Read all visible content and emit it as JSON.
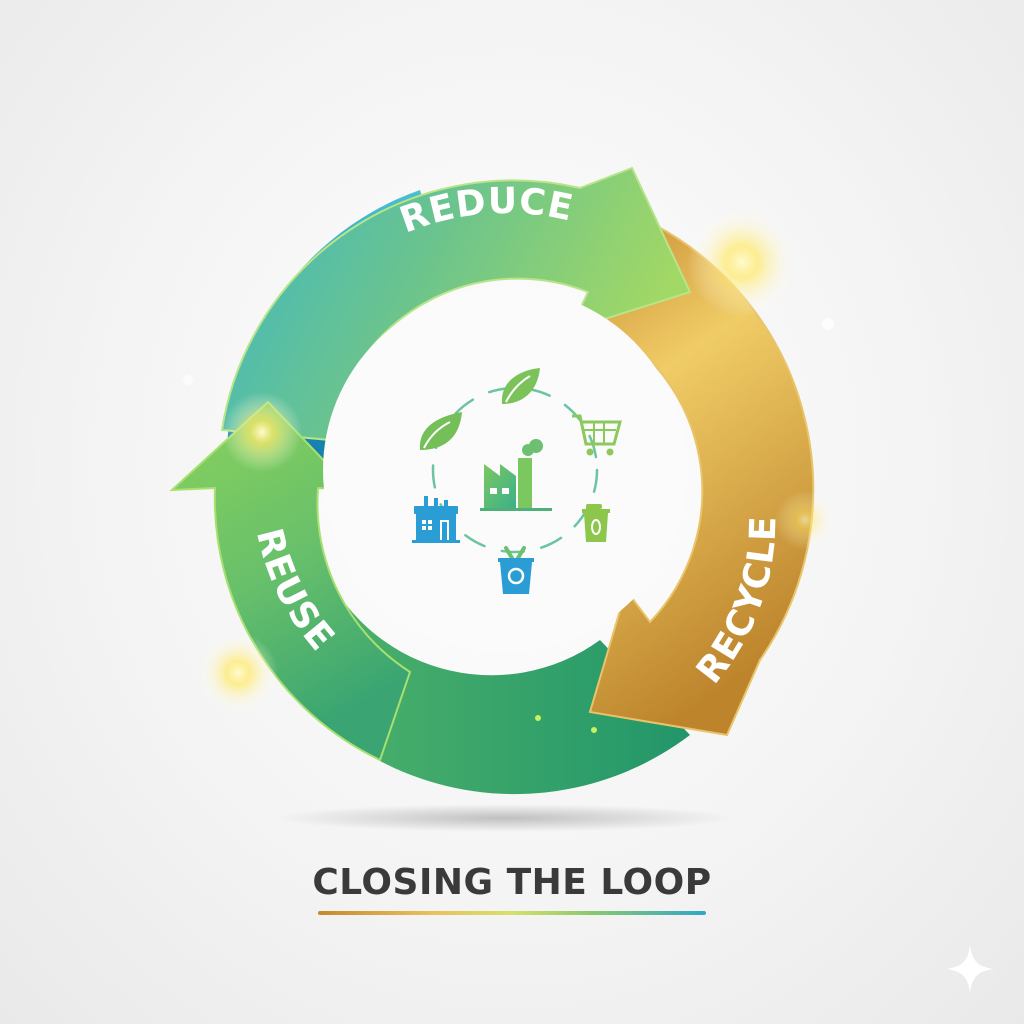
{
  "diagram": {
    "title": "CLOSING THE LOOP",
    "cycle_stages": [
      {
        "label": "REDUCE",
        "color_start": "#3fb8c4",
        "color_end": "#9bd46a"
      },
      {
        "label": "RECYCLE",
        "color_start": "#e9c25a",
        "color_end": "#c0862e"
      },
      {
        "label": "REUSE",
        "color_start": "#8cd05e",
        "color_end": "#2e9a6a"
      }
    ],
    "ring_back_colors": {
      "blue": "#1a8fbf",
      "green": "#2fa070"
    },
    "center_icons": [
      {
        "name": "leaf-icon",
        "color": "#7cc25a"
      },
      {
        "name": "leaf-icon",
        "color": "#7cc25a"
      },
      {
        "name": "shopping-cart-icon",
        "color": "#8cc85c"
      },
      {
        "name": "trash-bin-icon",
        "color": "#8cc64a"
      },
      {
        "name": "recycle-bin-icon",
        "color": "#2a9ed4"
      },
      {
        "name": "building-icon",
        "color": "#2a9ed4"
      },
      {
        "name": "factory-icon",
        "color": "#5abf7a"
      }
    ],
    "underline_colors": [
      "#c58a2c",
      "#e8c35a",
      "#d6e06a",
      "#8cc96c",
      "#2ea8c8"
    ]
  }
}
